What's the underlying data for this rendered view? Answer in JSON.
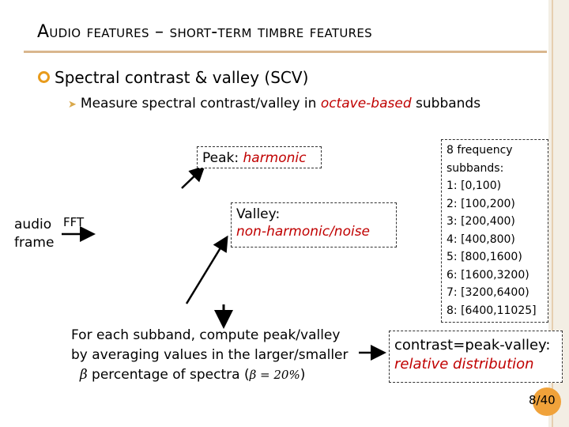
{
  "slide": {
    "title": "Audio features – short-term timbre features",
    "bullet1": "Spectral contrast & valley (SCV)",
    "bullet2_prefix": "Measure spectral contrast/valley in ",
    "bullet2_emph": "octave-based",
    "bullet2_suffix": " subbands"
  },
  "diagram": {
    "peak_label": "Peak: ",
    "peak_emph": "harmonic",
    "valley_label": "Valley:",
    "valley_emph": "non-harmonic/noise",
    "audio_line1": "audio",
    "audio_line2": "frame",
    "fft_label": "FFT",
    "subbands_title_1": "8 frequency",
    "subbands_title_2": "subbands:",
    "subbands": [
      "1: [0,100)",
      "2: [100,200)",
      "3: [200,400)",
      "4: [400,800)",
      "5: [800,1600)",
      "6: [1600,3200)",
      "7: [3200,6400)",
      "8: [6400,11025]"
    ],
    "subband_text_1": "For each subband, compute peak/valley",
    "subband_text_2": "by averaging values in the larger/smaller",
    "beta_symbol": "β",
    "subband_text_3_mid": " percentage of spectra (",
    "beta_eq": "β = 20%",
    "subband_text_3_end": ")",
    "contrast_line1": "contrast=peak-valley:",
    "contrast_line2": "relative distribution"
  },
  "page": {
    "current": "8",
    "separator": "/",
    "total": "40"
  },
  "colors": {
    "accent": "#e89b1c",
    "emphasis": "#c00000",
    "rule": "#d9b78e"
  }
}
